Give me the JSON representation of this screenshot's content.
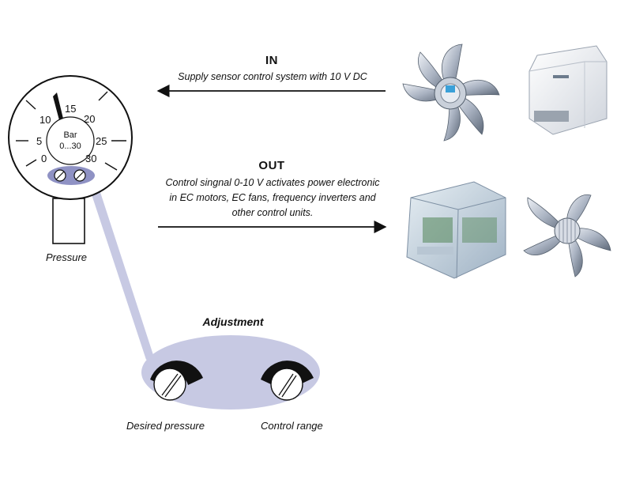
{
  "in_section": {
    "heading": "IN",
    "description": "Supply sensor control system with 10 V DC"
  },
  "out_section": {
    "heading": "OUT",
    "description_lines": [
      "Control singnal 0-10 V activates power electronic",
      "in EC motors, EC fans, frequency inverters and",
      "other control units."
    ]
  },
  "gauge": {
    "unit": "Bar",
    "range": "0...30",
    "scale_labels": [
      "0",
      "5",
      "10",
      "15",
      "20",
      "25",
      "30"
    ],
    "caption": "Pressure"
  },
  "adjustment": {
    "title": "Adjustment",
    "knob_left_label": "Desired pressure",
    "knob_right_label": "Control range"
  },
  "devices": {
    "top_fan": "fan-icon",
    "top_box": "controller-box-icon",
    "bottom_box": "controller-box-icon",
    "bottom_fan": "fan-icon"
  },
  "colors": {
    "callout": "#c7c9e3",
    "knob_band": "#8f92c4",
    "arrow": "#111111"
  }
}
